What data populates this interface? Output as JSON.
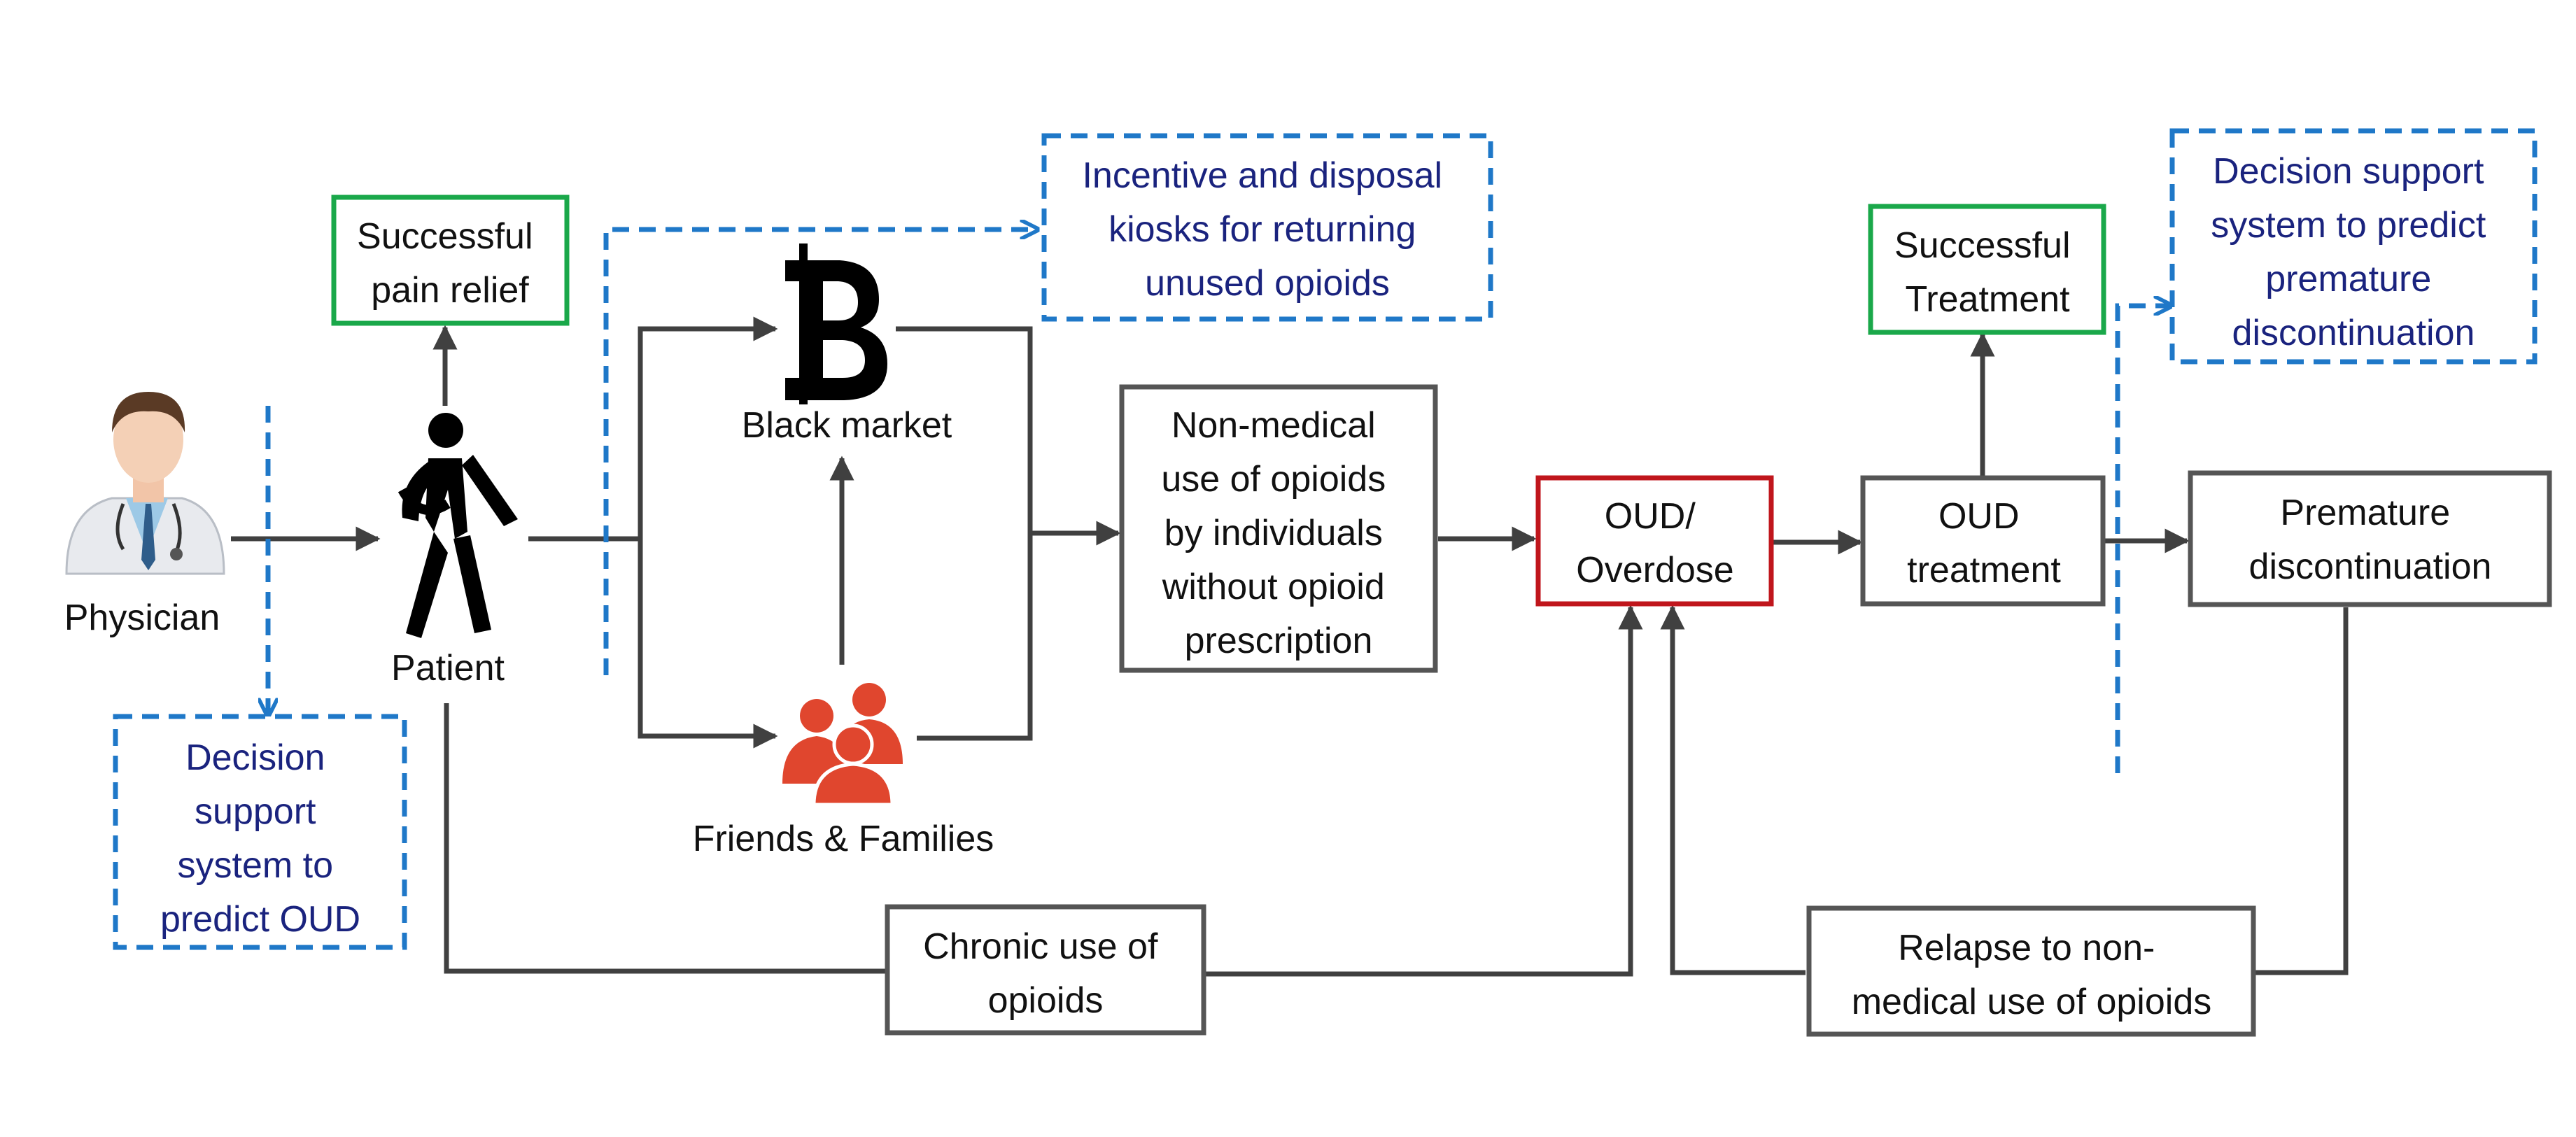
{
  "nodes": {
    "physician": "Physician",
    "patient": "Patient",
    "pain_relief": [
      "Successful",
      "pain relief"
    ],
    "black_market": "Black market",
    "friends": "Friends & Families",
    "nonmedical": [
      "Non-medical",
      "use of opioids",
      "by individuals",
      "without opioid",
      "prescription"
    ],
    "oud": [
      "OUD/",
      "Overdose"
    ],
    "oud_treatment": [
      "OUD",
      "treatment"
    ],
    "successful_treatment": [
      "Successful",
      "Treatment"
    ],
    "premature": [
      "Premature",
      "discontinuation"
    ],
    "chronic": [
      "Chronic use of",
      "opioids"
    ],
    "relapse": [
      "Relapse to non-",
      "medical use of opioids"
    ]
  },
  "interventions": {
    "dss_oud": [
      "Decision",
      "support",
      "system to",
      "predict OUD"
    ],
    "kiosks": [
      "Incentive and disposal",
      "kiosks for returning",
      "unused opioids"
    ],
    "dss_premature": [
      "Decision support",
      "system to predict",
      "premature",
      "discontinuation"
    ]
  },
  "icons": {
    "physician": "doctor-icon",
    "patient": "injured-person-icon",
    "black_market": "baht-currency-icon",
    "friends": "group-people-icon"
  },
  "colors": {
    "node_border": "#555555",
    "success_border": "#1aa84a",
    "oud_border": "#c0161c",
    "intervention_border": "#1f78c8",
    "intervention_text": "#1a237e",
    "arrow": "#404040",
    "people_icon": "#e0462e"
  }
}
